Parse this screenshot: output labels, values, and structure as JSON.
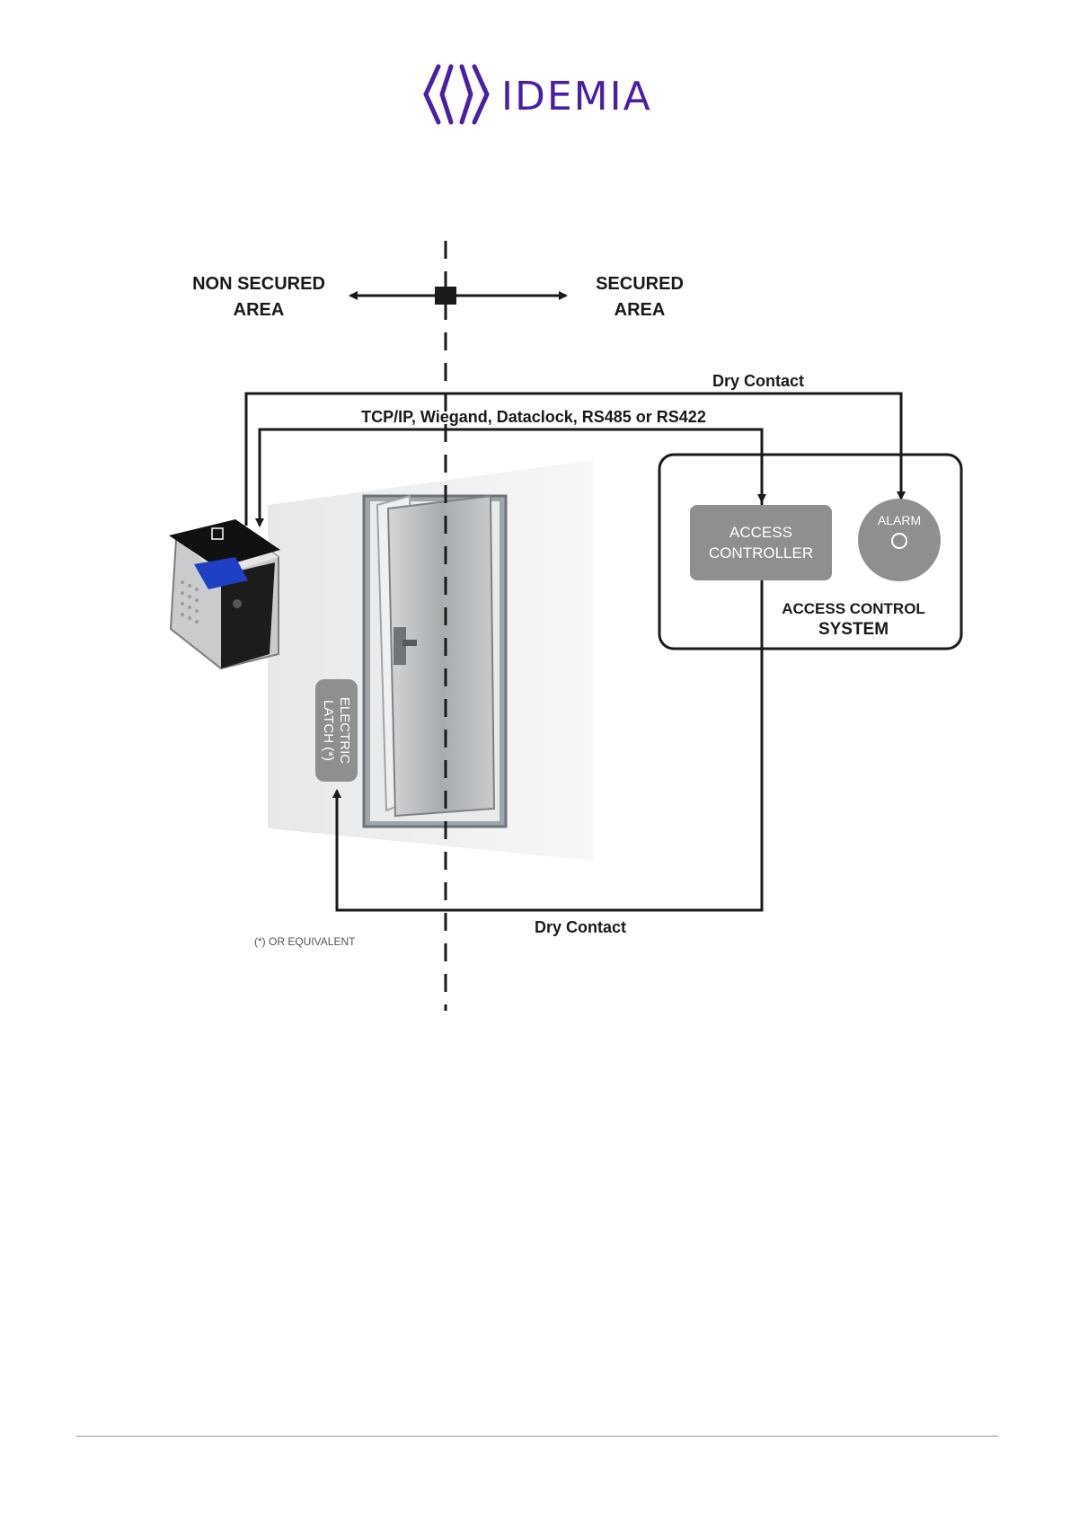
{
  "brand": {
    "name": "IDEMIA",
    "color": "#4b1ea8",
    "logo_icon": "idemia-brackets-logo"
  },
  "areas": {
    "non_secured_line1": "NON SECURED",
    "non_secured_line2": "AREA",
    "secured_line1": "SECURED",
    "secured_line2": "AREA"
  },
  "connections": {
    "dry_contact_top": "Dry Contact",
    "protocols": "TCP/IP, Wiegand, Dataclock, RS485 or RS422",
    "dry_contact_bottom": "Dry Contact"
  },
  "controller": {
    "line1": "ACCESS",
    "line2": "CONTROLLER"
  },
  "alarm": {
    "label": "ALARM"
  },
  "system": {
    "line1": "ACCESS CONTROL",
    "line2": "SYSTEM"
  },
  "latch": {
    "line1": "ELECTRIC",
    "line2": "LATCH (*)"
  },
  "footnote": "(*) OR EQUIVALENT",
  "colors": {
    "box_gray": "#8f8f8f",
    "line": "#1a1a1a",
    "reader_screen": "#1f3fc4"
  }
}
